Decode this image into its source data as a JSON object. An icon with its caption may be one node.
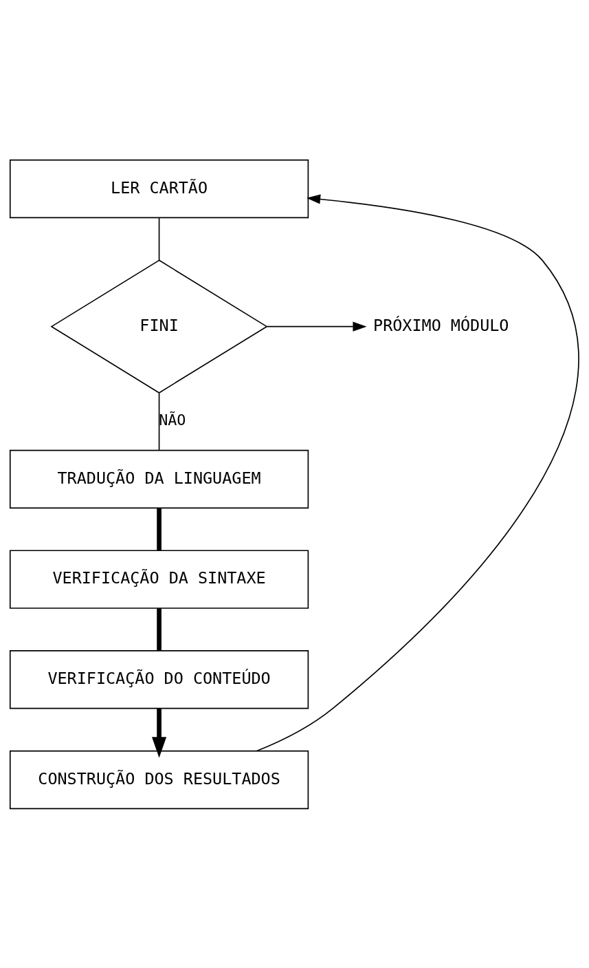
{
  "diagram": {
    "nodes": [
      {
        "text": [
          "LER CARTÃO"
        ]
      },
      {
        "text": [
          "FINI"
        ]
      },
      {
        "text": [
          "PRÓXIMO MÓDULO"
        ]
      },
      {
        "text": [
          "TRADUÇÃO DA LINGUAGEM"
        ]
      },
      {
        "text": [
          "VERIFICAÇÃO DA SINTAXE"
        ]
      },
      {
        "text": [
          "VERIFICAÇÃO DO CONTEÚDO"
        ]
      },
      {
        "text": [
          "CONSTRUÇÃO DOS RESULTADOS"
        ]
      }
    ],
    "edges": [
      {
        "from": 0,
        "to": 1,
        "arrow": "none"
      },
      {
        "from": 1,
        "to": 2,
        "arrow": "to"
      },
      {
        "from": 1,
        "to": 3,
        "arrow": "none",
        "label": "NÃO"
      },
      {
        "from": 3,
        "to": 4,
        "arrow": "none",
        "style": "thick"
      },
      {
        "from": 4,
        "to": 5,
        "arrow": "none",
        "style": "thick"
      },
      {
        "from": 5,
        "to": 6,
        "arrow": "to",
        "style": "thick"
      },
      {
        "from": 6,
        "to": 0,
        "arrow": "to"
      }
    ]
  }
}
